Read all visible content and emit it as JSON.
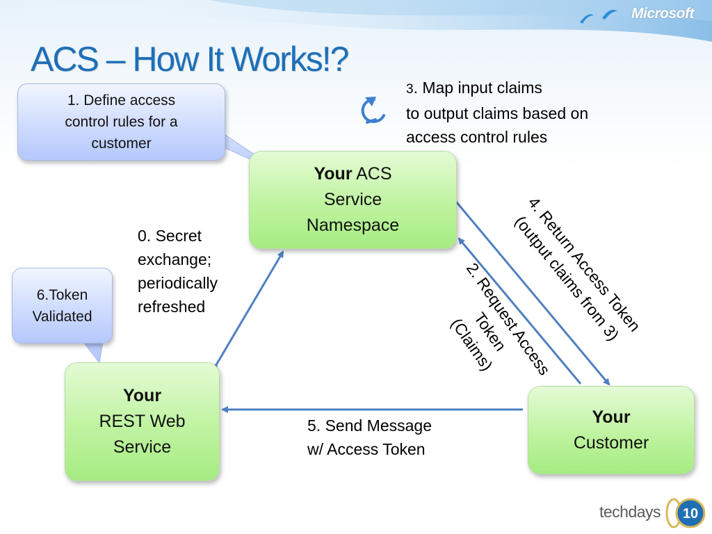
{
  "brand": {
    "company": "Microsoft",
    "event": "techdays",
    "event_badge": "10"
  },
  "title": "ACS – How It Works!?",
  "nodes": {
    "acs": {
      "bold": "Your",
      "line1_rest": " ACS",
      "line2": "Service",
      "line3": "Namespace"
    },
    "rest": {
      "bold": "Your",
      "line2": "REST Web",
      "line3": "Service"
    },
    "customer": {
      "bold": "Your",
      "line2": "Customer"
    }
  },
  "callouts": {
    "define": {
      "line1": "1. Define access",
      "line2": "control rules for a",
      "line3": "customer"
    },
    "validated": {
      "line1": "6.Token",
      "line2": "Validated"
    }
  },
  "steps": {
    "secret": [
      "0. Secret",
      "exchange;",
      "periodically",
      "refreshed"
    ],
    "request": [
      "2. Request Access",
      "Token",
      "(Claims)"
    ],
    "map": {
      "number": "3",
      "line1": ". Map input claims",
      "line2": "to output claims based on",
      "line3": "access control rules"
    },
    "return": [
      "4. Return Access Token",
      "(output  claims from 3)"
    ],
    "send": [
      "5. Send Message",
      "w/ Access Token"
    ]
  },
  "icons": {
    "refresh": "refresh-icon",
    "arrow_color": "#4f7fc0"
  },
  "colors": {
    "title": "#1d6fb8",
    "node_fill": "#bff3a0",
    "callout_fill": "#cfdcff",
    "arrow": "#4f7fc0"
  }
}
